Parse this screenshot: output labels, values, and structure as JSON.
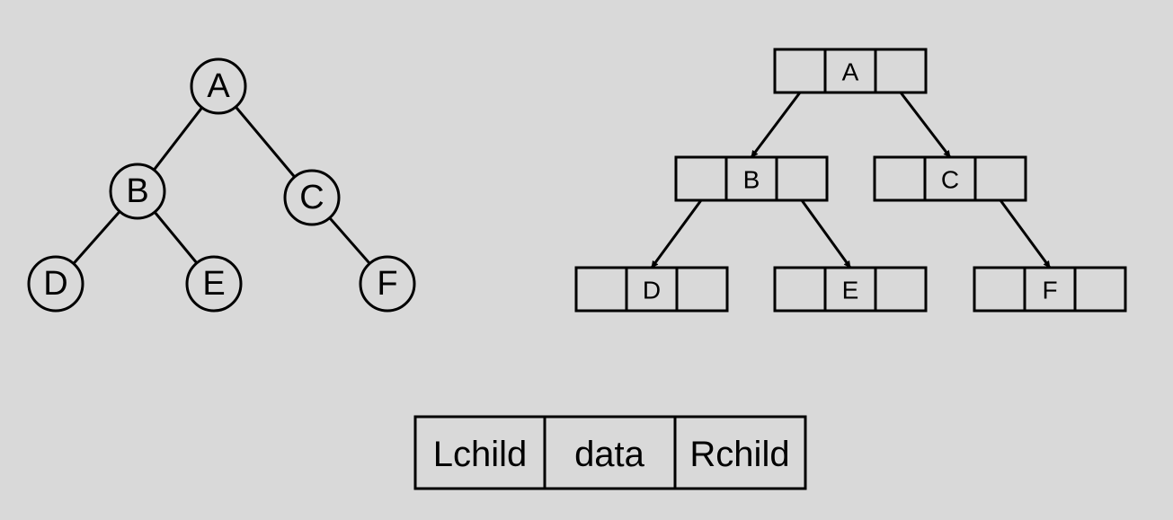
{
  "colors": {
    "background": "#d9d9d9",
    "stroke": "#000000",
    "node_fill": "#d9d9d9"
  },
  "tree": {
    "nodes": [
      {
        "id": "A",
        "label": "A"
      },
      {
        "id": "B",
        "label": "B"
      },
      {
        "id": "C",
        "label": "C"
      },
      {
        "id": "D",
        "label": "D"
      },
      {
        "id": "E",
        "label": "E"
      },
      {
        "id": "F",
        "label": "F"
      }
    ],
    "edges": [
      [
        "A",
        "B"
      ],
      [
        "A",
        "C"
      ],
      [
        "B",
        "D"
      ],
      [
        "B",
        "E"
      ],
      [
        "C",
        "F"
      ]
    ]
  },
  "linked": {
    "nodes": [
      {
        "id": "A",
        "label": "A"
      },
      {
        "id": "B",
        "label": "B"
      },
      {
        "id": "C",
        "label": "C"
      },
      {
        "id": "D",
        "label": "D"
      },
      {
        "id": "E",
        "label": "E"
      },
      {
        "id": "F",
        "label": "F"
      }
    ],
    "edges": [
      [
        "A",
        "B"
      ],
      [
        "A",
        "C"
      ],
      [
        "B",
        "D"
      ],
      [
        "B",
        "E"
      ],
      [
        "C",
        "F"
      ]
    ]
  },
  "legend": {
    "left": "Lchild",
    "middle": "data",
    "right": "Rchild"
  }
}
